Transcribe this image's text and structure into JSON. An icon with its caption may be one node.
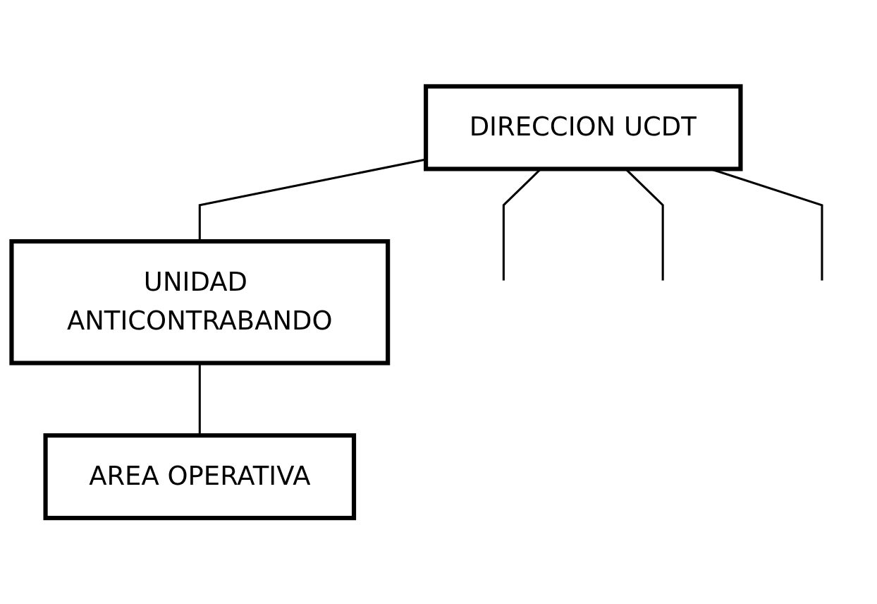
{
  "diagram": {
    "nodes": [
      {
        "text": [
          "DIRECCION UCDT"
        ]
      },
      {
        "text": [
          "UNIDAD ANTICONTRABANDO"
        ]
      },
      {
        "text": [
          "AREA OPERATIVA"
        ]
      }
    ],
    "edges": [
      {
        "from": 0,
        "to": 1,
        "arrow": "none"
      },
      {
        "from": 1,
        "to": 2,
        "arrow": "none"
      },
      {
        "from": 0,
        "to": null,
        "arrow": "none"
      },
      {
        "from": 0,
        "to": null,
        "arrow": "none"
      },
      {
        "from": 0,
        "to": null,
        "arrow": "none"
      }
    ]
  }
}
